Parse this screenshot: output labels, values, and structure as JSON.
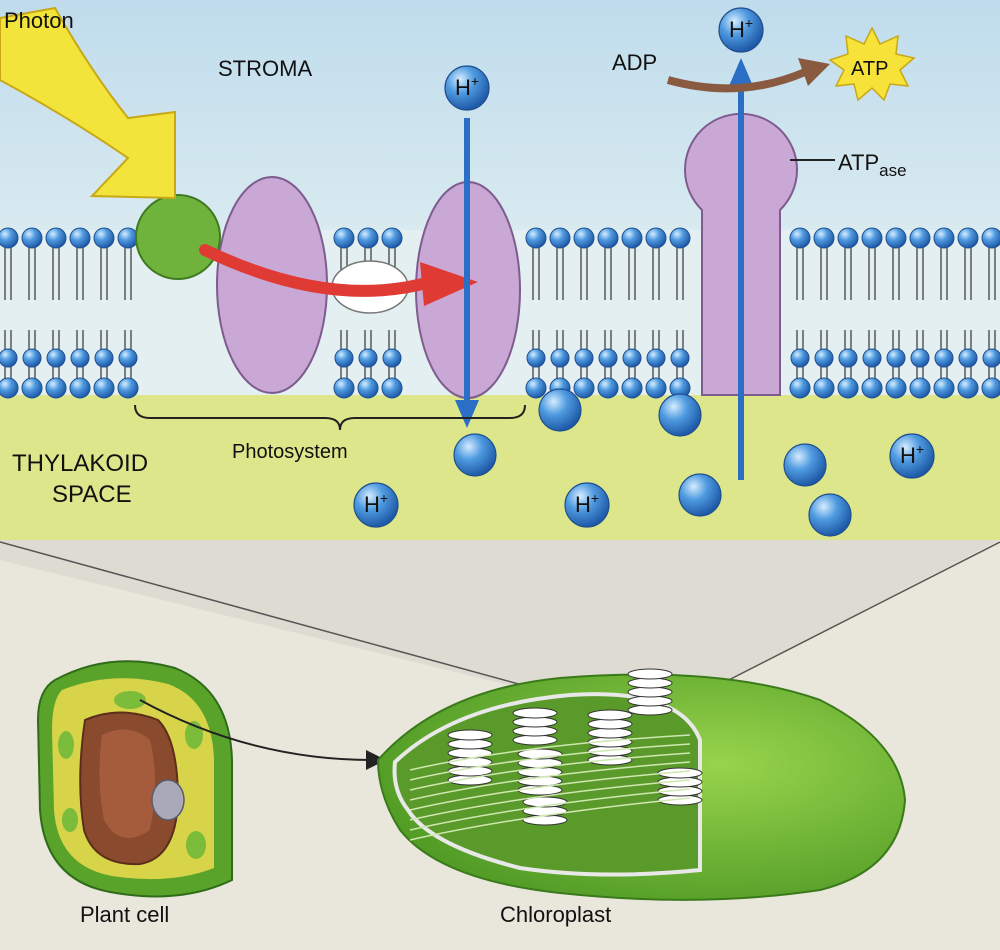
{
  "labels": {
    "photon": "Photon",
    "stroma": "STROMA",
    "thylakoid_line1": "THYLAKOID",
    "thylakoid_line2": "SPACE",
    "photosystem": "Photosystem",
    "adp": "ADP",
    "atp": "ATP",
    "atpase_main": "ATP",
    "atpase_sub": "ase",
    "plant_cell": "Plant cell",
    "chloroplast": "Chloroplast",
    "h_plus_main": "H",
    "h_plus_sup": "+"
  },
  "colors": {
    "stroma": "#c9e3ee",
    "thylakoid_space": "#dde68a",
    "lipid_head": "#3f8fd6",
    "protein": "#c9a8d6",
    "photon": "#f2e43a",
    "electron_arrow": "#e03a35",
    "proton_arrow": "#3a7fd0",
    "adp_arrow": "#8a5a40",
    "chloroplast": "#7cc23a",
    "plant_cell_wall": "#5aa32a",
    "cytoplasm": "#d8d44a",
    "vacuole": "#8a4a2e"
  }
}
